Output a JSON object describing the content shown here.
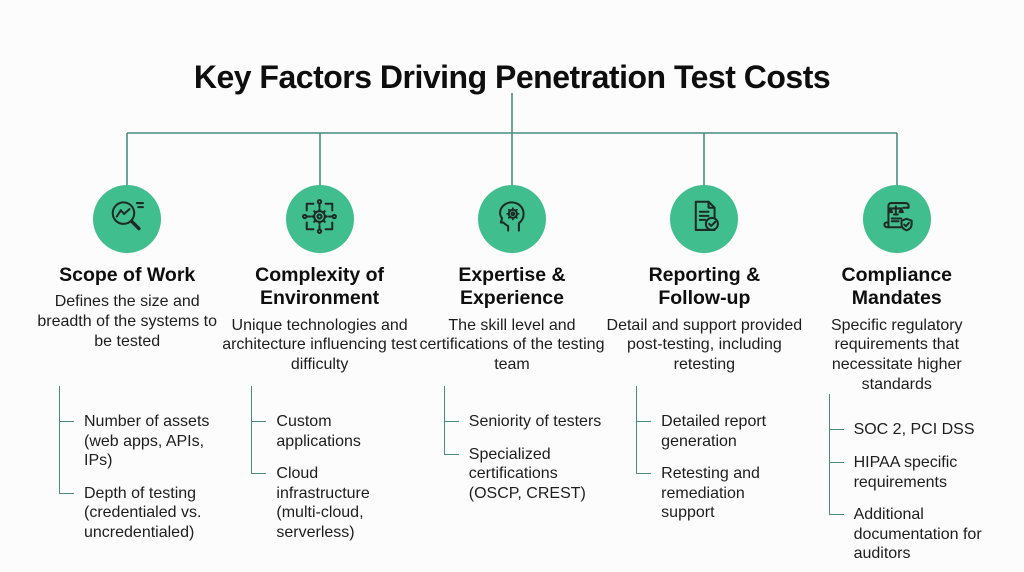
{
  "page": {
    "title": "Key Factors Driving Penetration Test Costs"
  },
  "theme": {
    "badge_green": "#41BE8E",
    "connector_teal": "#478E7E",
    "icon_stroke": "#1D2A26",
    "background": "#FCFCFC",
    "heading_color": "#0E0E0E"
  },
  "columns": [
    {
      "icon": "magnifier-chart-icon",
      "title": "Scope of Work",
      "description": "Defines the size and breadth of the systems to be tested",
      "bullets": [
        "Number of assets (web apps, APIs, IPs)",
        "Depth of testing (credentialed vs. uncredentialed)"
      ]
    },
    {
      "icon": "network-gear-icon",
      "title": "Complexity of Environment",
      "description": "Unique technologies and architecture influencing test difficulty",
      "bullets": [
        "Custom applications",
        "Cloud infrastructure (multi-cloud, serverless)"
      ]
    },
    {
      "icon": "head-gear-icon",
      "title": "Expertise & Experience",
      "description": "The skill level and certifications of the testing team",
      "bullets": [
        "Seniority of testers",
        "Specialized certifications (OSCP, CREST)"
      ]
    },
    {
      "icon": "report-check-icon",
      "title": "Reporting & Follow-up",
      "description": "Detail and support provided post-testing, including retesting",
      "bullets": [
        "Detailed report generation",
        "Retesting and remediation support"
      ]
    },
    {
      "icon": "compliance-scroll-icon",
      "title": "Compliance Mandates",
      "description": "Specific regulatory requirements that necessitate higher standards",
      "bullets": [
        "SOC 2, PCI DSS",
        "HIPAA specific requirements",
        "Additional documentation for auditors"
      ]
    }
  ]
}
